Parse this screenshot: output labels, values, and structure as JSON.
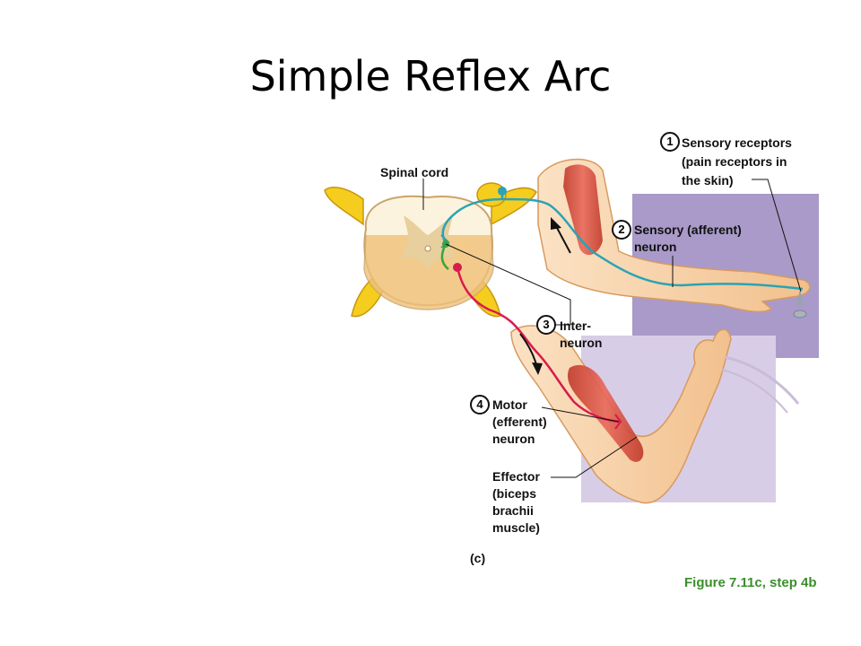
{
  "title": "Simple Reflex Arc",
  "labels": {
    "spinal_cord": "Spinal cord",
    "step1_number": "1",
    "step1_text": "Sensory receptors\n(pain receptors in\nthe skin)",
    "step2_number": "2",
    "step2_text": "Sensory (afferent)\nneuron",
    "step3_number": "3",
    "step3_text": "Inter-\nneuron",
    "step4_number": "4",
    "step4_text": "Motor\n(efferent)\nneuron",
    "effector_text": "Effector\n(biceps\nbrachii\nmuscle)",
    "panel_letter": "(c)"
  },
  "caption": "Figure 7.11c, step 4b",
  "colors": {
    "upper_panel": "#a99ac9",
    "lower_panel": "#d8cde6",
    "skin": "#f7d3a8",
    "muscle": "#d9483c",
    "nerve": "#f3c81a",
    "sensory_neuron": "#2aa3b4",
    "motor_neuron": "#d81b4e",
    "interneuron": "#3aa43a",
    "caption": "#3a8f2a"
  }
}
